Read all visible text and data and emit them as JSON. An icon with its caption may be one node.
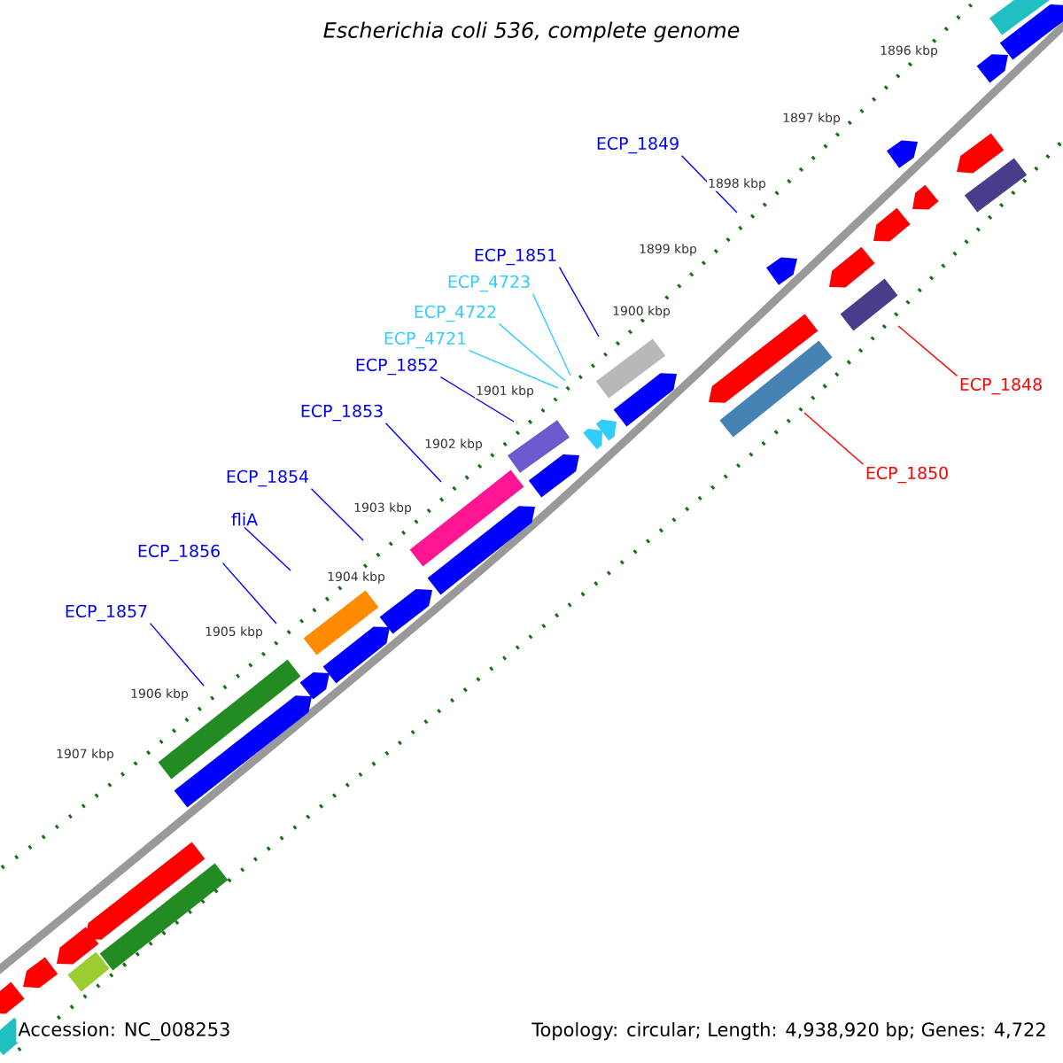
{
  "diagram": {
    "title": "Escherichia coli 536, complete genome",
    "nodes": [
      {
        "text": [
          "ECP_1849"
        ]
      },
      {
        "text": [
          "ECP_1851"
        ]
      },
      {
        "text": [
          "ECP_4723"
        ]
      },
      {
        "text": [
          "ECP_4722"
        ]
      },
      {
        "text": [
          "ECP_4721"
        ]
      },
      {
        "text": [
          "ECP_1852"
        ]
      },
      {
        "text": [
          "ECP_1853"
        ]
      },
      {
        "text": [
          "ECP_1854"
        ]
      },
      {
        "text": [
          "fliA"
        ]
      },
      {
        "text": [
          "ECP_1856"
        ]
      },
      {
        "text": [
          "ECP_1857"
        ]
      },
      {
        "text": [
          "ECP_1848"
        ]
      },
      {
        "text": [
          "ECP_1850"
        ]
      }
    ],
    "edges": [
      {
        "from": 0,
        "to": null,
        "arrow": "none"
      },
      {
        "from": 1,
        "to": null,
        "arrow": "none"
      },
      {
        "from": 2,
        "to": null,
        "arrow": "none",
        "color": "#33ccff"
      },
      {
        "from": 3,
        "to": null,
        "arrow": "none",
        "color": "#33ccff"
      },
      {
        "from": 4,
        "to": null,
        "arrow": "none",
        "color": "#33ccff"
      },
      {
        "from": 5,
        "to": null,
        "arrow": "none"
      },
      {
        "from": 6,
        "to": null,
        "arrow": "none"
      },
      {
        "from": 7,
        "to": null,
        "arrow": "none"
      },
      {
        "from": 8,
        "to": null,
        "arrow": "none"
      },
      {
        "from": 9,
        "to": null,
        "arrow": "none"
      },
      {
        "from": 10,
        "to": null,
        "arrow": "none"
      },
      {
        "from": 11,
        "to": null,
        "arrow": "none",
        "color": "#ff0000"
      },
      {
        "from": 12,
        "to": null,
        "arrow": "none",
        "color": "#ff0000"
      }
    ],
    "labels": [
      "1896 kbp",
      "1897 kbp",
      "1898 kbp",
      "1899 kbp",
      "1900 kbp",
      "1901 kbp",
      "1902 kbp",
      "1903 kbp",
      "1904 kbp",
      "1905 kbp",
      "1906 kbp",
      "1907 kbp",
      "Accession: NC_008253",
      "Topology: circular; Length: 4,938,920 bp; Genes: 4,722"
    ]
  }
}
